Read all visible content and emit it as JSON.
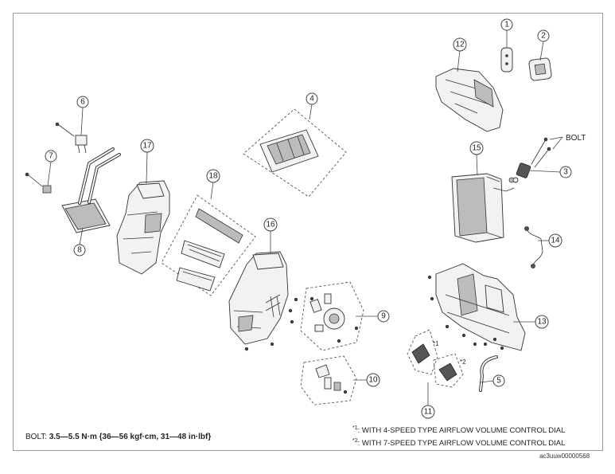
{
  "callouts": [
    "1",
    "2",
    "3",
    "4",
    "5",
    "6",
    "7",
    "8",
    "9",
    "10",
    "11",
    "12",
    "13",
    "14",
    "15",
    "16",
    "17",
    "18"
  ],
  "bolt_label": "BOLT",
  "bolt_spec": {
    "label": "BOLT: ",
    "value": "3.5—5.5 N·m {36—56 kgf·cm, 31—48 in·lbf}"
  },
  "notes": [
    {
      "mark": "*1",
      "text": ": WITH 4-SPEED TYPE AIRFLOW VOLUME CONTROL DIAL"
    },
    {
      "mark": "*2",
      "text": ": WITH 7-SPEED TYPE AIRFLOW VOLUME CONTROL DIAL"
    }
  ],
  "part_marks": [
    "*1",
    "*2"
  ],
  "image_code": "ac3uuw00000568"
}
